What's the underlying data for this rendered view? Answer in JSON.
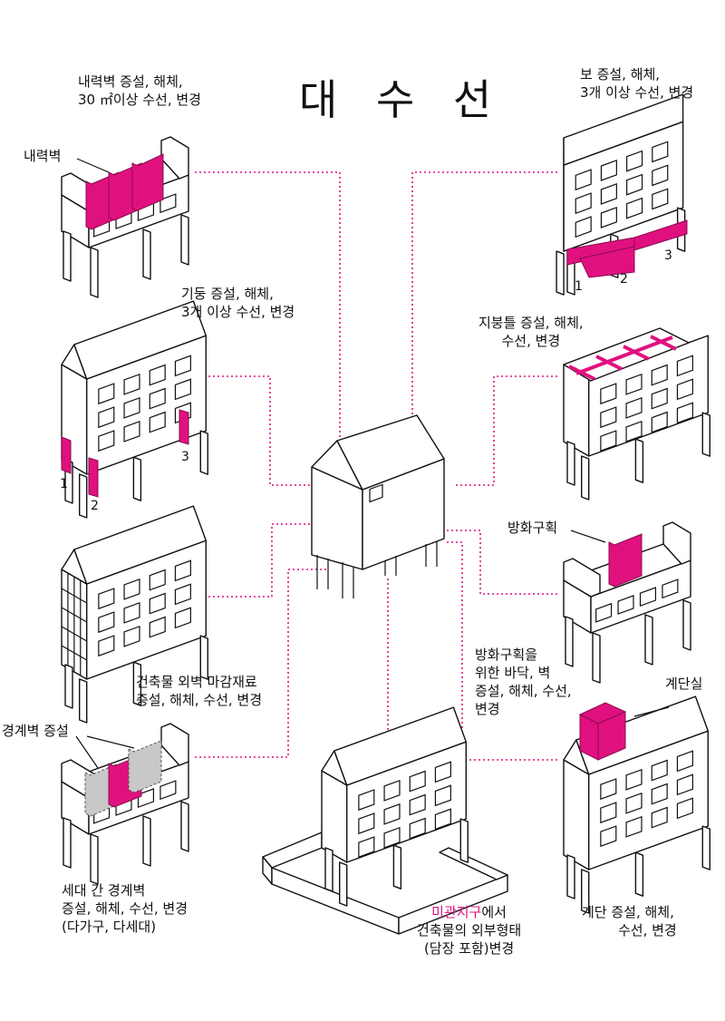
{
  "title": "대 수 선",
  "center": {
    "label": ""
  },
  "items": {
    "load_wall": {
      "heading_lines": [
        "내력벽 증설, 해체,",
        "30 ㎡이상 수선, 변경"
      ],
      "callout": "내력벽"
    },
    "beam": {
      "heading_lines": [
        "보 증설, 해체,",
        "3개 이상 수선, 변경"
      ],
      "numbers": [
        "1",
        "2",
        "3"
      ]
    },
    "column": {
      "heading_lines": [
        "기둥 증설, 해체,",
        "3개 이상 수선, 변경"
      ],
      "numbers": [
        "1",
        "2",
        "3"
      ]
    },
    "roof_frame": {
      "heading_lines": [
        "지붕틀 증설, 해체,",
        "수선, 변경"
      ]
    },
    "exterior": {
      "heading_lines": [
        "건축물 외벽 마감재료",
        "증설, 해체, 수선, 변경"
      ]
    },
    "fire_compartment": {
      "callout": "방화구획"
    },
    "fire_floor_wall": {
      "heading_lines": [
        "방화구획을",
        "위한 바닥, 벽",
        "증설, 해체, 수선,",
        "변경"
      ]
    },
    "stair": {
      "callout": "계단실",
      "heading_lines": [
        "계단 증설, 해체,",
        "수선, 변경"
      ]
    },
    "party_wall": {
      "callout": "경계벽 증설",
      "heading_lines": [
        "세대 간 경계벽",
        "증설, 해체, 수선, 변경",
        "(다가구, 다세대)"
      ]
    },
    "landscape": {
      "highlight": "미관지구",
      "suffix": "에서",
      "heading_lines": [
        "건축물의 외부형태",
        "(담장 포함)변경"
      ]
    }
  },
  "colors": {
    "accent": "#e0117f",
    "line": "#111111",
    "grey_fill": "#c8c8c8"
  }
}
